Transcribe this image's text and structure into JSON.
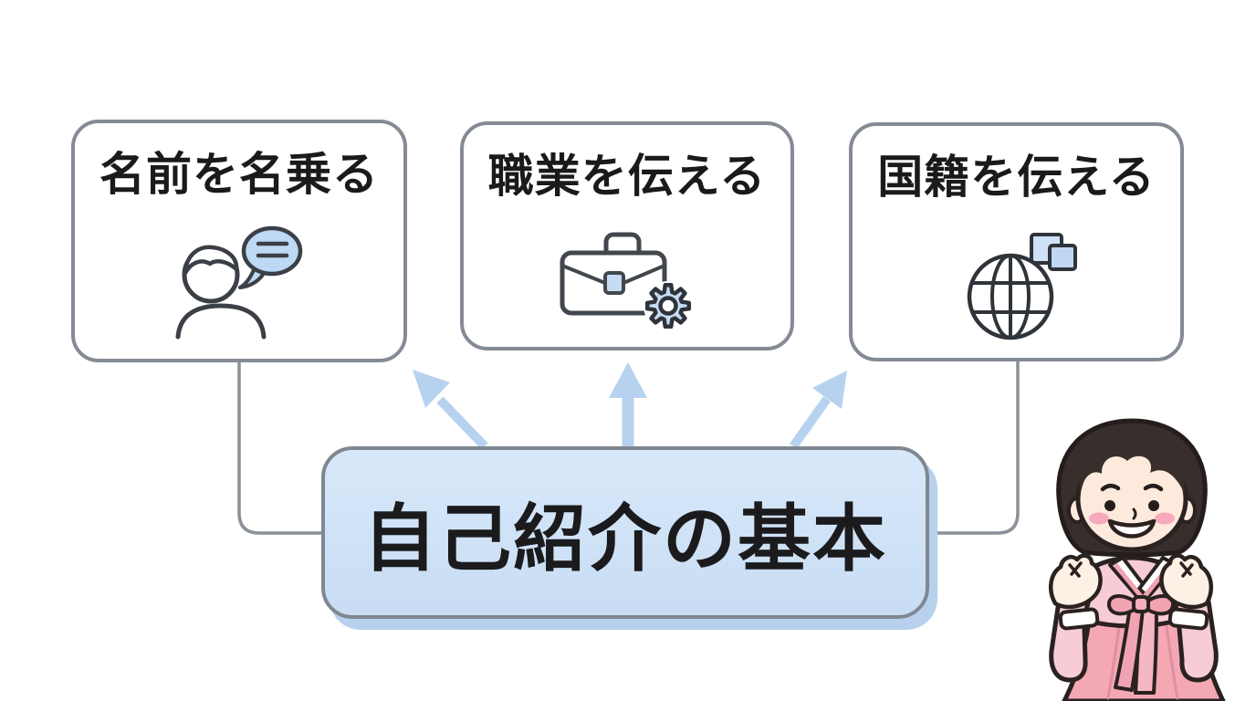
{
  "diagram": {
    "main_box": {
      "title": "自己紹介の基本"
    },
    "boxes": [
      {
        "title": "名前を名乗る",
        "icon": "person-speech-icon"
      },
      {
        "title": "職業を伝える",
        "icon": "briefcase-gear-icon"
      },
      {
        "title": "国籍を伝える",
        "icon": "globe-flag-icon"
      }
    ],
    "colors": {
      "box_border": "#848b94",
      "connector": "#8a9199",
      "arrow": "#b7d2ef",
      "main_box_fill": "#cfe2f6",
      "main_box_shadow": "#b7d0ec",
      "icon_blue": "#c6dcf4",
      "text": "#1a1a1a"
    }
  },
  "illustration": {
    "name": "girl-in-pink-hanbok-finger-hearts"
  }
}
